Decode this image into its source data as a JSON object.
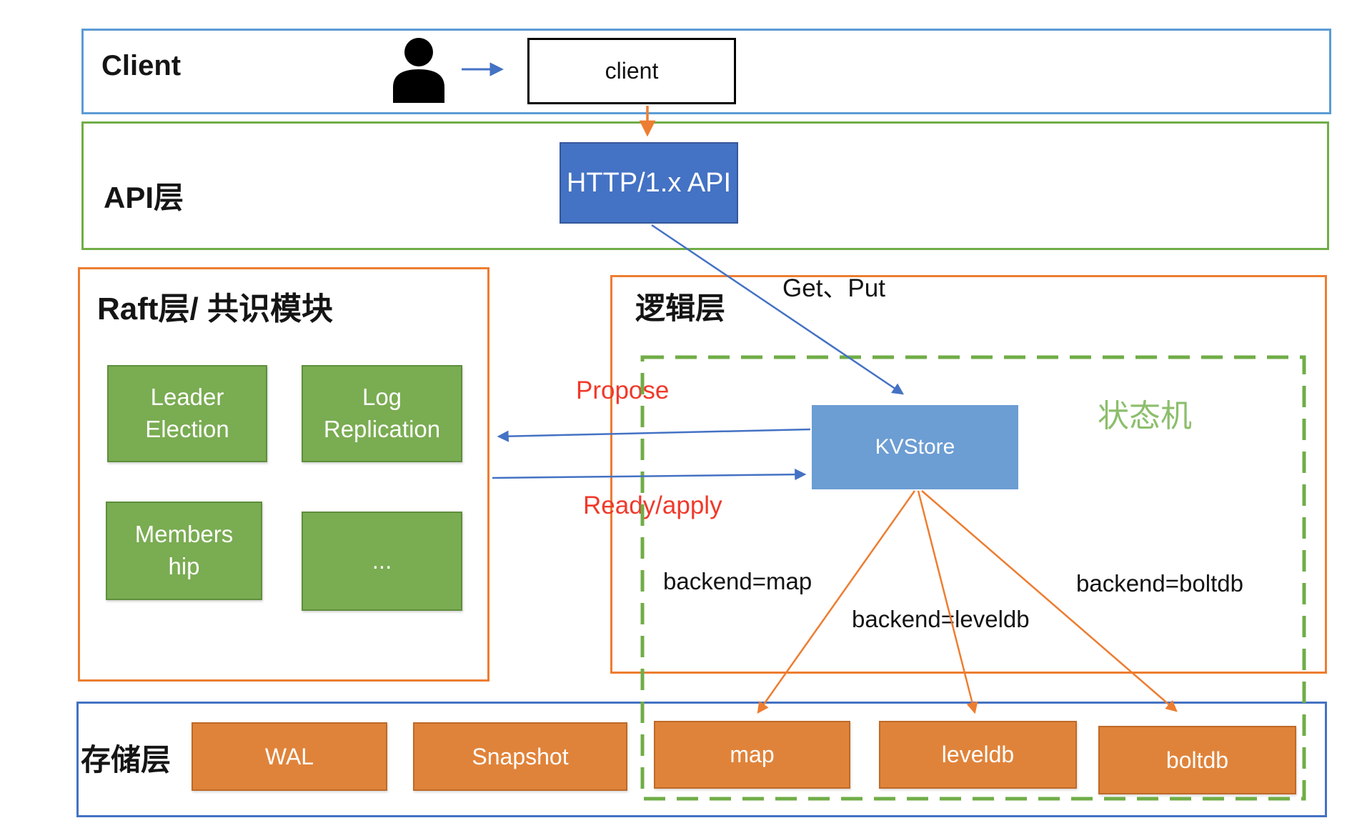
{
  "layers": {
    "client": {
      "title": "Client",
      "node_label": "client"
    },
    "api": {
      "title": "API层",
      "http_label": "HTTP/1.x API"
    },
    "raft": {
      "title": "Raft层/ 共识模块",
      "modules": [
        {
          "label": "Leader Election"
        },
        {
          "label": "Log Replication"
        },
        {
          "label": "Membership"
        },
        {
          "label": "..."
        }
      ]
    },
    "logic": {
      "title": "逻辑层",
      "kvstore_label": "KVStore",
      "state_machine_label": "状态机"
    },
    "storage": {
      "title": "存储层",
      "stores": [
        {
          "label": "WAL"
        },
        {
          "label": "Snapshot"
        },
        {
          "label": "map"
        },
        {
          "label": "leveldb"
        },
        {
          "label": "boltdb"
        }
      ]
    }
  },
  "arrow_labels": {
    "get_put": "Get、Put",
    "propose": "Propose",
    "ready_apply": "Ready/apply",
    "backend_map": "backend=map",
    "backend_leveldb": "backend=leveldb",
    "backend_boltdb": "backend=boltdb"
  },
  "icons": {
    "user": "user-icon"
  },
  "colors": {
    "client_layer_border": "#5B9BD5",
    "api_layer_border": "#70AD47",
    "raft_layer_border": "#ED7D31",
    "logic_layer_border": "#ED7D31",
    "storage_layer_border": "#4472C4",
    "state_machine_dash": "#70AD47",
    "state_machine_text": "#8CBE6C",
    "module_green_fill": "#7AAC52",
    "store_orange_fill": "#E0833A",
    "http_blue_fill": "#4472C4",
    "kvstore_blue_fill": "#6C9DD3",
    "blue_arrow": "#4472C4",
    "orange_arrow": "#ED7D31",
    "red_label": "#F0392B"
  }
}
